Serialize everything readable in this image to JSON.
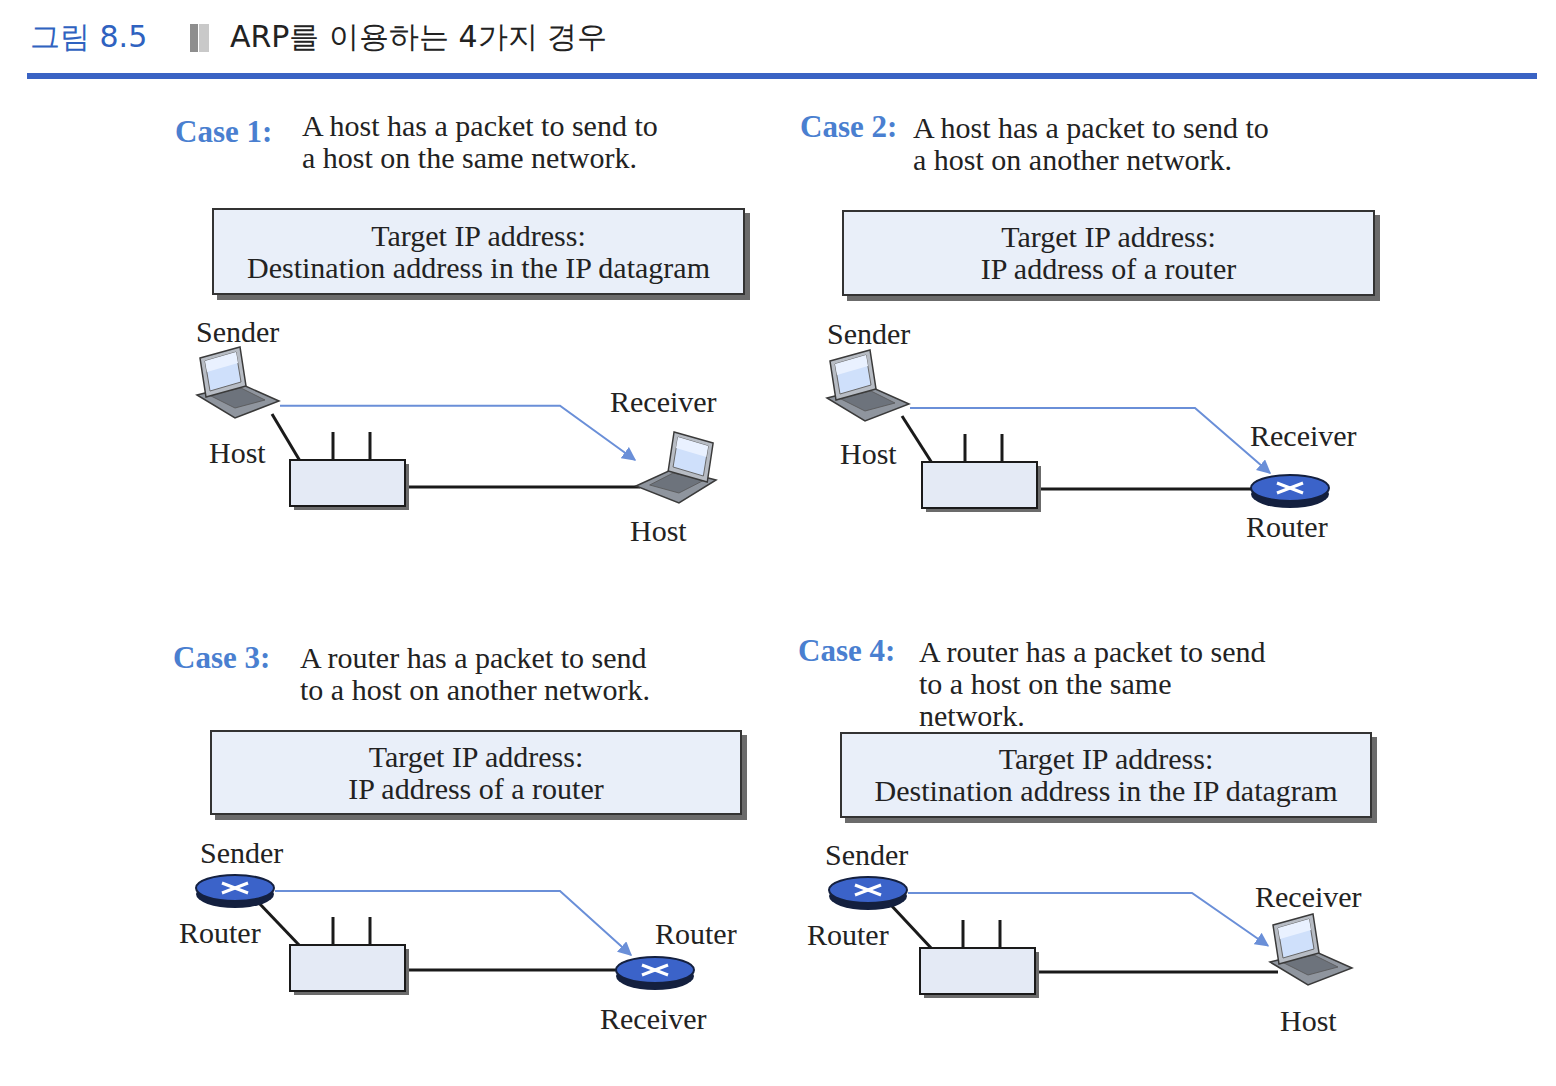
{
  "diagram": {
    "title": "ARP를 이용하는 4가지 경우",
    "nodes": [
      {
        "text": [
          "Target IP address:",
          "Destination address in the IP datagram"
        ]
      },
      {
        "text": [
          "Sender",
          "Host"
        ]
      },
      {
        "text": [
          "Receiver",
          "Host"
        ]
      },
      {
        "text": [
          "Target IP address:",
          "IP address of a router"
        ]
      },
      {
        "text": [
          "Sender",
          "Host"
        ]
      },
      {
        "text": [
          "Receiver",
          "Router"
        ]
      },
      {
        "text": [
          "Target IP address:",
          "IP address of a router"
        ]
      },
      {
        "text": [
          "Sender",
          "Router"
        ]
      },
      {
        "text": [
          "Router",
          "Receiver"
        ]
      },
      {
        "text": [
          "Target IP address:",
          "Destination address in the IP datagram"
        ]
      },
      {
        "text": [
          "Sender",
          "Router"
        ]
      },
      {
        "text": [
          "Receiver",
          "Host"
        ]
      }
    ],
    "edges": [
      {
        "from": 1,
        "to": 2,
        "arrow": "to"
      },
      {
        "from": 4,
        "to": 5,
        "arrow": "to"
      },
      {
        "from": 7,
        "to": 8,
        "arrow": "to"
      },
      {
        "from": 10,
        "to": 11,
        "arrow": "to"
      }
    ],
    "labels": [
      "그림 8.5",
      "Case 1:",
      "A host has a packet to send to a host on the same network.",
      "Case 2:",
      "A host has a packet to send to a host on another network.",
      "Case 3:",
      "A router has a packet to send to a host on another network.",
      "Case 4:",
      "A router has a packet to send to a host on the same network."
    ]
  }
}
